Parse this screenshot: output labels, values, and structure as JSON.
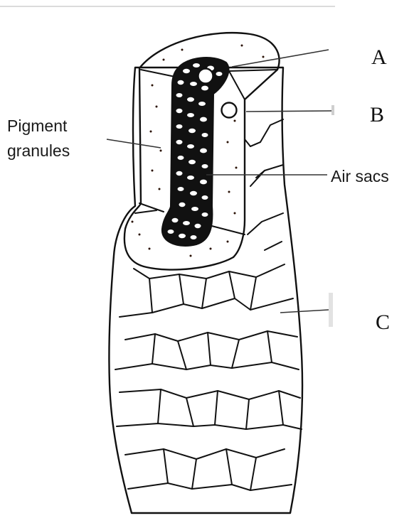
{
  "diagram": {
    "colors": {
      "cortex": "#8b4a2b",
      "medulla": "#111111",
      "outline": "#111111",
      "background": "#ffffff",
      "top_rule": "#cfcfcf"
    },
    "labels": {
      "pigment_line1": "Pigment",
      "pigment_line2": "granules",
      "air_sacs": "Air sacs",
      "letter_a": "A",
      "letter_b": "B",
      "letter_c": "C"
    },
    "markers": [
      {
        "name": "marker-a",
        "fill": "#ffffff"
      },
      {
        "name": "marker-b",
        "fill": "#ffffff"
      }
    ],
    "icons": [
      "white-circle-marker"
    ]
  }
}
